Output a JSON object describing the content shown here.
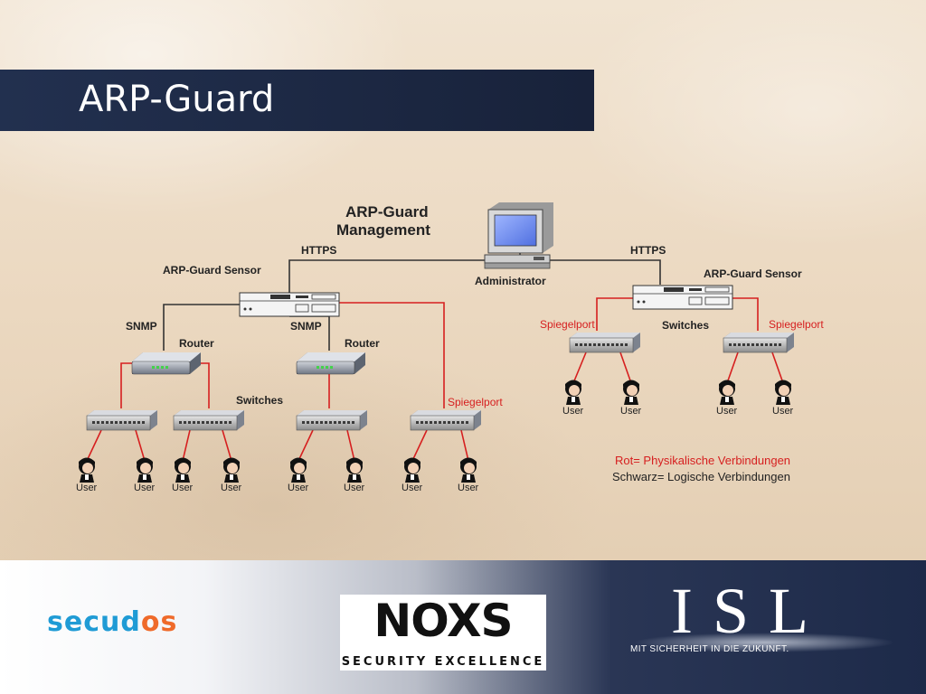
{
  "slide": {
    "title": "ARP-Guard"
  },
  "diagram": {
    "management_line1": "ARP-Guard",
    "management_line2": "Management",
    "administrator": "Administrator",
    "https_left": "HTTPS",
    "https_right": "HTTPS",
    "sensor_left": "ARP-Guard Sensor",
    "sensor_right": "ARP-Guard Sensor",
    "snmp_1": "SNMP",
    "snmp_2": "SNMP",
    "router_1": "Router",
    "router_2": "Router",
    "switches_left": "Switches",
    "switches_right": "Switches",
    "spiegelport_left": "Spiegelport",
    "spiegelport_right_1": "Spiegelport",
    "spiegelport_right_2": "Spiegelport",
    "user_label": "User",
    "legend_red": "Rot= Physikalische Verbindungen",
    "legend_black": "Schwarz= Logische Verbindungen",
    "colors": {
      "physical": "#d61f1f",
      "logical": "#333333"
    }
  },
  "footer": {
    "secudos_part1": "secud",
    "secudos_part2": "os",
    "noxs": "NOXS",
    "noxs_tagline": "SECURITY EXCELLENCE",
    "isl": "ISL",
    "isl_tagline": "MIT SICHERHEIT IN DIE ZUKUNFT."
  }
}
